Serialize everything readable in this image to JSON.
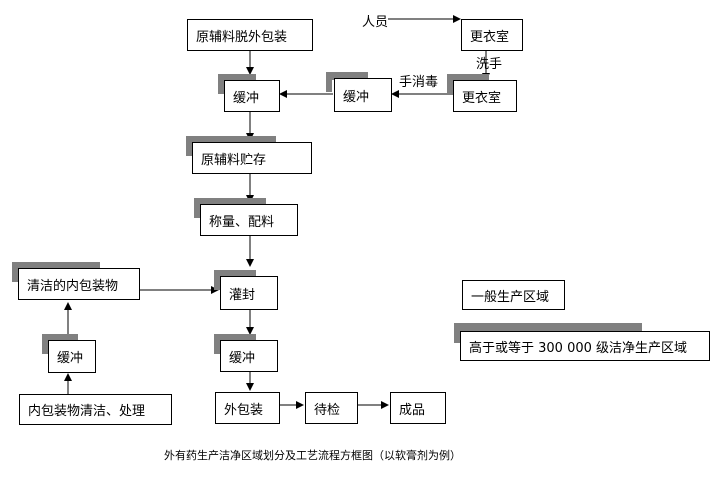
{
  "nodes": {
    "raw_unpack": "原辅料脱外包装",
    "buffer_1": "缓冲",
    "raw_storage": "原辅料贮存",
    "weigh_mix": "称量、配料",
    "fill_seal": "灌封",
    "buffer_2": "缓冲",
    "outer_pack": "外包装",
    "qc_wait": "待检",
    "finished": "成品",
    "change_room_1": "更衣室",
    "change_room_2": "更衣室",
    "buffer_personnel": "缓冲",
    "clean_inner_pack": "清洁的内包装物",
    "buffer_inner": "缓冲",
    "inner_clean_process": "内包装物清洁、处理"
  },
  "labels": {
    "personnel": "人员",
    "wash_hands": "洗手",
    "hand_disinfect": "手消毒"
  },
  "legend": {
    "general": "一般生产区域",
    "clean": "高于或等于 300 000 级洁净生产区域"
  },
  "caption": "外有药生产洁净区域划分及工艺流程方框图（以软膏剂为例）",
  "colors": {
    "shadow": "#808080",
    "border": "#000000"
  }
}
